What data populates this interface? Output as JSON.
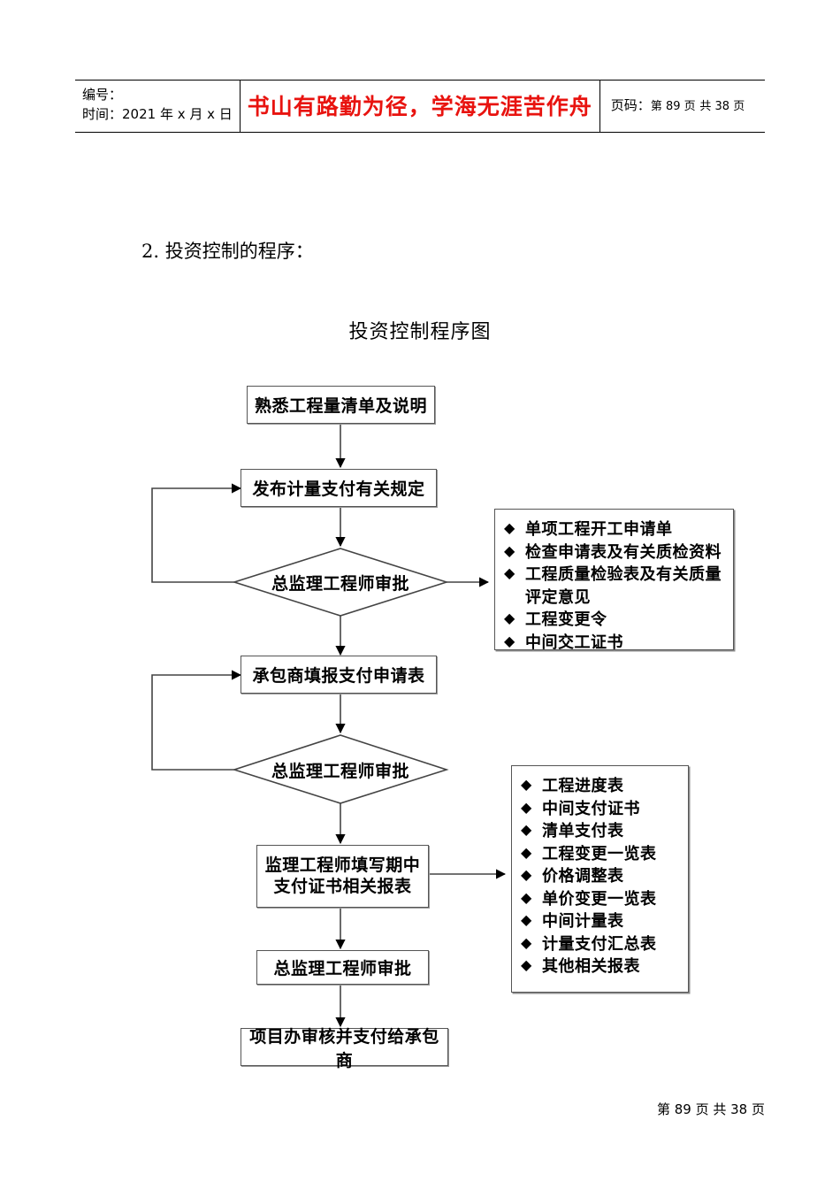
{
  "header": {
    "left_cell": {
      "id_label": "编号：",
      "time_label": "时间：2021 年 x 月 x 日"
    },
    "slogan": "书山有路勤为径，学海无涯苦作舟",
    "right_cell": {
      "page_prefix": "页码：",
      "page_current": "第 89 页",
      "page_total": "共 38 页"
    }
  },
  "content": {
    "section_heading": "2. 投资控制的程序：",
    "figure_title": "投资控制程序图"
  },
  "flowchart": {
    "nodes": {
      "n1": "熟悉工程量清单及说明",
      "n2": "发布计量支付有关规定",
      "d1": "总监理工程师审批",
      "n3": "承包商填报支付申请表",
      "d2": "总监理工程师审批",
      "n4": "监理工程师填写期中\n支付证书相关报表",
      "n5": "总监理工程师审批",
      "n6": "项目办审核并支付给承包商"
    },
    "bullet_box_1": {
      "bullet_glyph": "◆",
      "items": [
        "单项工程开工申请单",
        "检查申请表及有关质检资料",
        "工程质量检验表及有关质量\n 评定意见",
        "工程变更令",
        "中间交工证书"
      ]
    },
    "bullet_box_2": {
      "bullet_glyph": "◆",
      "items": [
        "工程进度表",
        "中间支付证书",
        "清单支付表",
        "工程变更一览表",
        "价格调整表",
        "单价变更一览表",
        "中间计量表",
        "计量支付汇总表",
        "其他相关报表"
      ]
    }
  },
  "footer": {
    "page_text": "第 89 页 共 38 页"
  },
  "colors": {
    "slogan_red": "#e8130f",
    "ink": "#000000",
    "line": "#555555"
  }
}
